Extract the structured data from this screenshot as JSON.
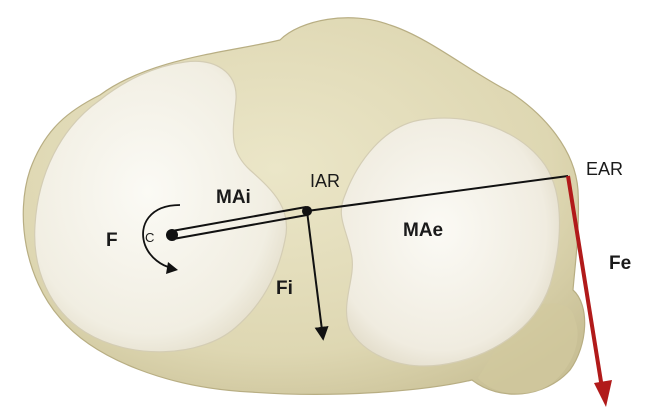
{
  "labels": {
    "f": "F",
    "c": "C",
    "mai": "MAi",
    "iar": "IAR",
    "mae": "MAe",
    "ear": "EAR",
    "fi": "Fi",
    "fe": "Fe"
  },
  "colors": {
    "tibia_base": "#e3ddbc",
    "tibia_shadow": "#cfc79d",
    "plateau_surface": "#f4f1e7",
    "plateau_edge": "#d9d2ba",
    "line": "#111111",
    "force_arrow": "#b11a1a"
  }
}
